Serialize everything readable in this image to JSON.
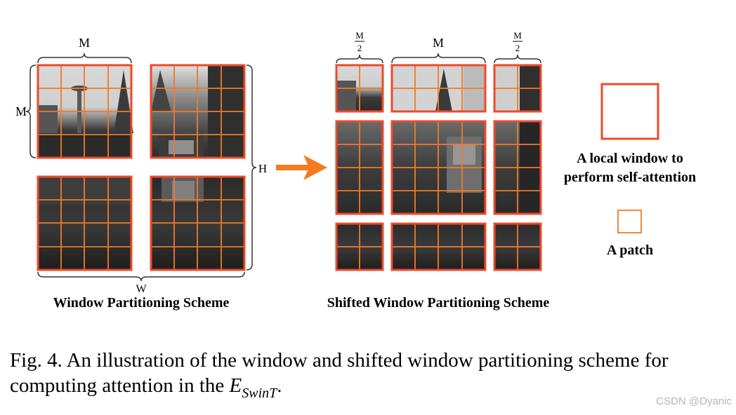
{
  "labels": {
    "m": "M",
    "m_half_numerator": "M",
    "m_half_denominator": "2",
    "h": "H",
    "w": "W"
  },
  "left_title": "Window Partitioning Scheme",
  "right_title": "Shifted Window Partitioning Scheme",
  "legend": {
    "window_line1": "A local window to",
    "window_line2": "perform self-attention",
    "patch": "A patch"
  },
  "caption": {
    "text": "Fig. 4.  An illustration of the window and shifted window partitioning scheme for computing attention in the ",
    "math_main": "E",
    "math_sub": "SwinT",
    "end": "."
  },
  "watermark": "CSDN @Dyanic",
  "colors": {
    "window_border": "#ee4a2a",
    "patch_line": "#f07a2a",
    "arrow": "#f47b20",
    "brace": "#333333"
  }
}
